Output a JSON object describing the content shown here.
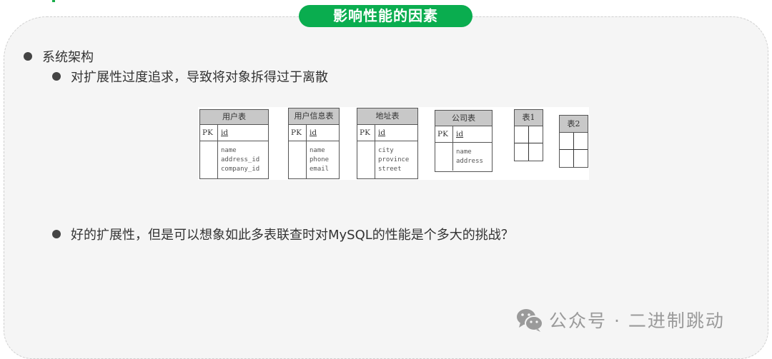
{
  "header": {
    "title": "影响性能的因素"
  },
  "content": {
    "bullet1": "系统架构",
    "bullet1_sub": "对扩展性过度追求，导致将对象拆得过于离散",
    "bullet2": "好的扩展性，但是可以想象如此多表联查时对MySQL的性能是个多大的挑战？"
  },
  "diagram": {
    "tables": [
      {
        "name": "用户表",
        "pk_label": "PK",
        "pk": "id",
        "fields": [
          "name",
          "address_id",
          "company_id"
        ]
      },
      {
        "name": "用户信息表",
        "pk_label": "PK",
        "pk": "id",
        "fields": [
          "name",
          "phone",
          "email"
        ]
      },
      {
        "name": "地址表",
        "pk_label": "PK",
        "pk": "id",
        "fields": [
          "city",
          "province",
          "street"
        ]
      },
      {
        "name": "公司表",
        "pk_label": "PK",
        "pk": "id",
        "fields": [
          "name",
          "address"
        ]
      }
    ],
    "mini_tables": [
      {
        "name": "表1"
      },
      {
        "name": "表2"
      }
    ]
  },
  "watermark": {
    "text": "公众号 · 二进制跳动",
    "icon": "wechat-icon"
  },
  "colors": {
    "accent": "#0aad4f",
    "panel_bg": "#f5f5f5",
    "text": "#333333",
    "watermark": "#9a9a9a"
  }
}
